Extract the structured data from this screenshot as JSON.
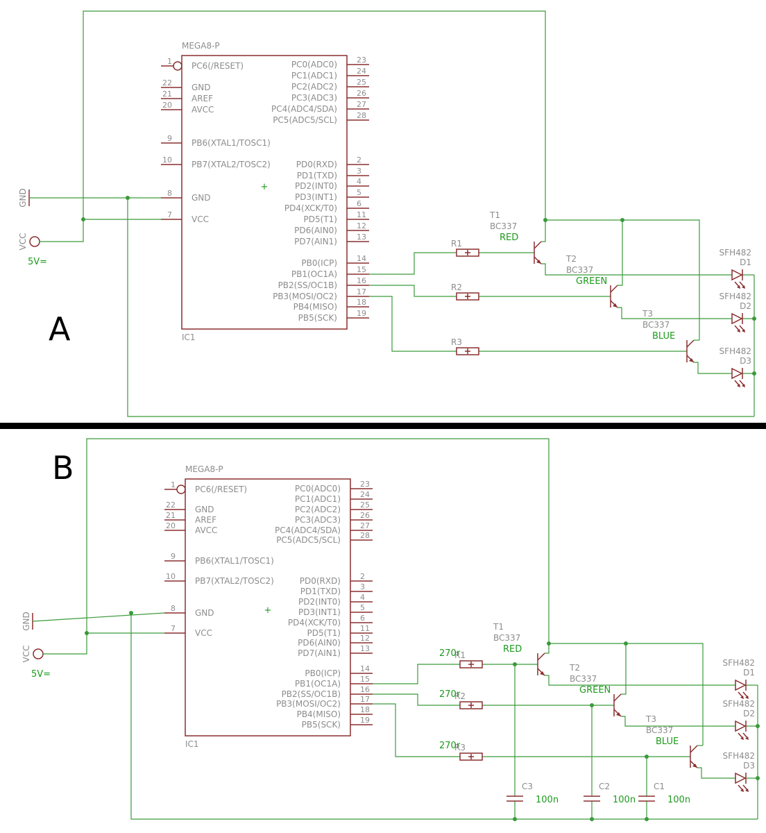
{
  "panels": [
    {
      "id": "A",
      "label": "A",
      "ic": {
        "name": "MEGA8-P",
        "ref": "IC1",
        "left_pins": [
          {
            "num": "1",
            "name": "PC6(/RESET)"
          },
          {
            "num": "22",
            "name": "GND"
          },
          {
            "num": "21",
            "name": "AREF"
          },
          {
            "num": "20",
            "name": "AVCC"
          },
          {
            "num": "9",
            "name": "PB6(XTAL1/TOSC1)"
          },
          {
            "num": "10",
            "name": "PB7(XTAL2/TOSC2)"
          },
          {
            "num": "8",
            "name": "GND"
          },
          {
            "num": "7",
            "name": "VCC"
          }
        ],
        "right_pins": [
          {
            "num": "23",
            "name": "PC0(ADC0)"
          },
          {
            "num": "24",
            "name": "PC1(ADC1)"
          },
          {
            "num": "25",
            "name": "PC2(ADC2)"
          },
          {
            "num": "26",
            "name": "PC3(ADC3)"
          },
          {
            "num": "27",
            "name": "PC4(ADC4/SDA)"
          },
          {
            "num": "28",
            "name": "PC5(ADC5/SCL)"
          },
          {
            "num": "2",
            "name": "PD0(RXD)"
          },
          {
            "num": "3",
            "name": "PD1(TXD)"
          },
          {
            "num": "4",
            "name": "PD2(INT0)"
          },
          {
            "num": "5",
            "name": "PD3(INT1)"
          },
          {
            "num": "6",
            "name": "PD4(XCK/T0)"
          },
          {
            "num": "11",
            "name": "PD5(T1)"
          },
          {
            "num": "12",
            "name": "PD6(AIN0)"
          },
          {
            "num": "13",
            "name": "PD7(AIN1)"
          },
          {
            "num": "14",
            "name": "PB0(ICP)"
          },
          {
            "num": "15",
            "name": "PB1(OC1A)"
          },
          {
            "num": "16",
            "name": "PB2(SS/OC1B)"
          },
          {
            "num": "17",
            "name": "PB3(MOSI/OC2)"
          },
          {
            "num": "18",
            "name": "PB4(MISO)"
          },
          {
            "num": "19",
            "name": "PB5(SCK)"
          }
        ]
      },
      "gnd_label": "GND",
      "vcc_label": "VCC",
      "vcc_value": "5V=",
      "resistors": [
        {
          "ref": "R1",
          "value": ""
        },
        {
          "ref": "R2",
          "value": ""
        },
        {
          "ref": "R3",
          "value": ""
        }
      ],
      "transistors": [
        {
          "ref": "T1",
          "type": "BC337",
          "color": "RED"
        },
        {
          "ref": "T2",
          "type": "BC337",
          "color": "GREEN"
        },
        {
          "ref": "T3",
          "type": "BC337",
          "color": "BLUE"
        }
      ],
      "diodes": [
        {
          "ref": "D1",
          "type": "SFH482"
        },
        {
          "ref": "D2",
          "type": "SFH482"
        },
        {
          "ref": "D3",
          "type": "SFH482"
        }
      ],
      "capacitors": []
    },
    {
      "id": "B",
      "label": "B",
      "ic": {
        "name": "MEGA8-P",
        "ref": "IC1",
        "left_pins": [
          {
            "num": "1",
            "name": "PC6(/RESET)"
          },
          {
            "num": "22",
            "name": "GND"
          },
          {
            "num": "21",
            "name": "AREF"
          },
          {
            "num": "20",
            "name": "AVCC"
          },
          {
            "num": "9",
            "name": "PB6(XTAL1/TOSC1)"
          },
          {
            "num": "10",
            "name": "PB7(XTAL2/TOSC2)"
          },
          {
            "num": "8",
            "name": "GND"
          },
          {
            "num": "7",
            "name": "VCC"
          }
        ],
        "right_pins": [
          {
            "num": "23",
            "name": "PC0(ADC0)"
          },
          {
            "num": "24",
            "name": "PC1(ADC1)"
          },
          {
            "num": "25",
            "name": "PC2(ADC2)"
          },
          {
            "num": "26",
            "name": "PC3(ADC3)"
          },
          {
            "num": "27",
            "name": "PC4(ADC4/SDA)"
          },
          {
            "num": "28",
            "name": "PC5(ADC5/SCL)"
          },
          {
            "num": "2",
            "name": "PD0(RXD)"
          },
          {
            "num": "3",
            "name": "PD1(TXD)"
          },
          {
            "num": "4",
            "name": "PD2(INT0)"
          },
          {
            "num": "5",
            "name": "PD3(INT1)"
          },
          {
            "num": "6",
            "name": "PD4(XCK/T0)"
          },
          {
            "num": "11",
            "name": "PD5(T1)"
          },
          {
            "num": "12",
            "name": "PD6(AIN0)"
          },
          {
            "num": "13",
            "name": "PD7(AIN1)"
          },
          {
            "num": "14",
            "name": "PB0(ICP)"
          },
          {
            "num": "15",
            "name": "PB1(OC1A)"
          },
          {
            "num": "16",
            "name": "PB2(SS/OC1B)"
          },
          {
            "num": "17",
            "name": "PB3(MOSI/OC2)"
          },
          {
            "num": "18",
            "name": "PB4(MISO)"
          },
          {
            "num": "19",
            "name": "PB5(SCK)"
          }
        ]
      },
      "gnd_label": "GND",
      "vcc_label": "VCC",
      "vcc_value": "5V=",
      "resistors": [
        {
          "ref": "R1",
          "value": "270r"
        },
        {
          "ref": "R2",
          "value": "270r"
        },
        {
          "ref": "R3",
          "value": "270r"
        }
      ],
      "transistors": [
        {
          "ref": "T1",
          "type": "BC337",
          "color": "RED"
        },
        {
          "ref": "T2",
          "type": "BC337",
          "color": "GREEN"
        },
        {
          "ref": "T3",
          "type": "BC337",
          "color": "BLUE"
        }
      ],
      "diodes": [
        {
          "ref": "D1",
          "type": "SFH482"
        },
        {
          "ref": "D2",
          "type": "SFH482"
        },
        {
          "ref": "D3",
          "type": "SFH482"
        }
      ],
      "capacitors": [
        {
          "ref": "C3",
          "value": "100n"
        },
        {
          "ref": "C2",
          "value": "100n"
        },
        {
          "ref": "C1",
          "value": "100n"
        }
      ]
    }
  ],
  "colors": {
    "wire": "#3a9a3a",
    "part": "#8a2e2e",
    "label": "#8c8c8c",
    "value": "#1d9a1d",
    "divider": "#000000"
  }
}
